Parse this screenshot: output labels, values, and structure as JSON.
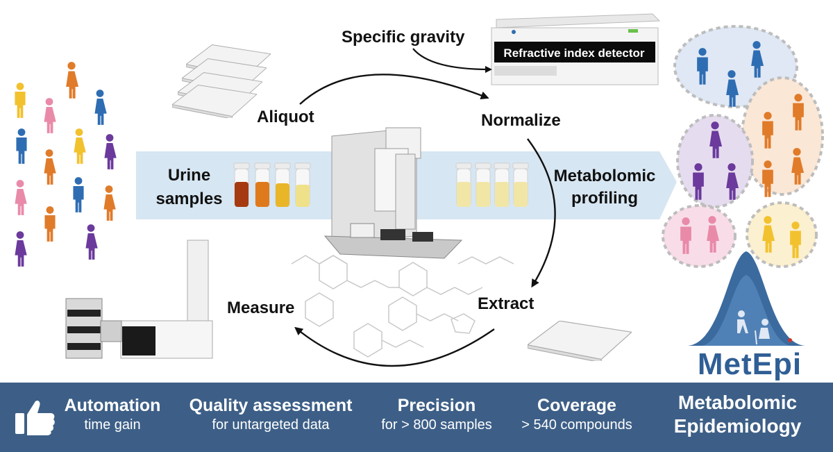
{
  "labels": {
    "specific_gravity": "Specific gravity",
    "refractive_index_detector": "Refractive index detector",
    "aliquot": "Aliquot",
    "normalize": "Normalize",
    "urine_samples_1": "Urine",
    "urine_samples_2": "samples",
    "metabolomic_profiling_1": "Metabolomic",
    "metabolomic_profiling_2": "profiling",
    "measure": "Measure",
    "extract": "Extract"
  },
  "logo": {
    "text": "MetEpi"
  },
  "footer": {
    "items": [
      {
        "title": "Automation",
        "subtitle": "time gain"
      },
      {
        "title": "Quality assessment",
        "subtitle": "for untargeted data"
      },
      {
        "title": "Precision",
        "subtitle": "for > 800 samples"
      },
      {
        "title": "Coverage",
        "subtitle": "> 540 compounds"
      }
    ],
    "tagline_1": "Metabolomic",
    "tagline_2": "Epidemiology"
  },
  "colors": {
    "footer_bg": "#3d5f87",
    "band": "#d6e6f2",
    "person_blue": "#2f6db3",
    "person_orange": "#e07b2a",
    "person_pink": "#e98aa9",
    "person_yellow": "#f2c12e",
    "person_purple": "#6b3a9c",
    "logo_blue": "#2f5f95"
  },
  "icons": [
    "thumbs-up-icon",
    "person-icon",
    "sample-vial-icon",
    "well-plate-icon",
    "robot-icon",
    "mass-spectrometer-icon",
    "refractive-index-detector-icon",
    "bell-curve-icon",
    "circular-arrow-icon"
  ]
}
